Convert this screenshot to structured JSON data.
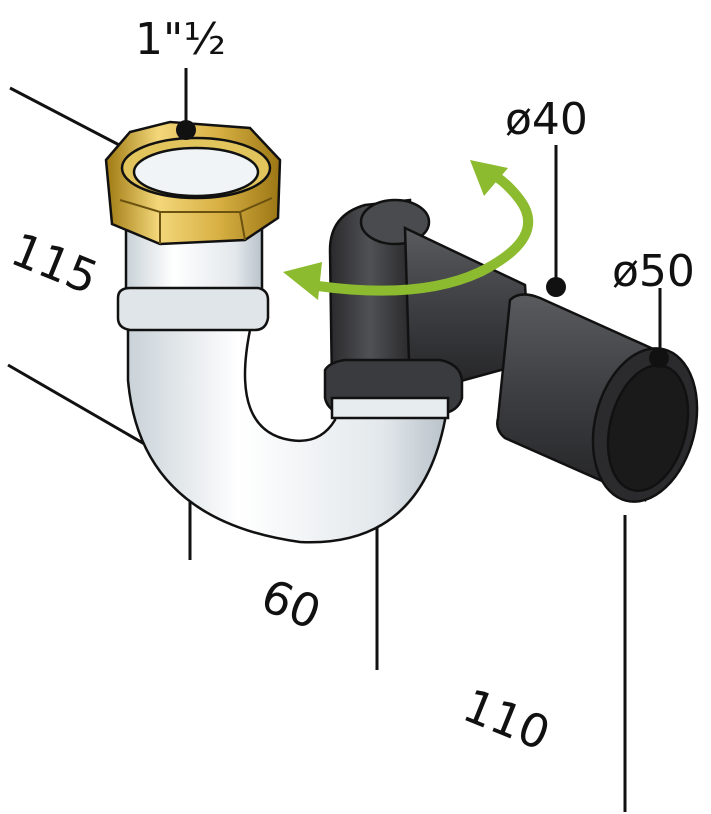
{
  "labels": {
    "thread_size": "1\"½",
    "diameter_small": "ø40",
    "diameter_large": "ø50",
    "dim_height": "115",
    "dim_offset": "60",
    "dim_length": "110"
  },
  "colors": {
    "brass_nut": "#c9a227",
    "white_pipe": "#e9eef1",
    "dark_pipe": "#3b3b3d",
    "rotation_arrow": "#8dbb2f",
    "lines": "#111111"
  },
  "icons": {
    "rotation": "curved-double-arrow-icon"
  }
}
